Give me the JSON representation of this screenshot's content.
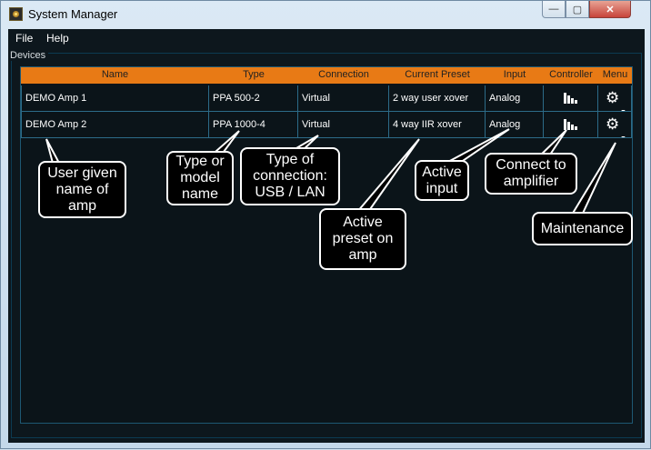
{
  "window": {
    "title": "System Manager",
    "minimize": "—",
    "maximize": "▢",
    "close": "✕"
  },
  "menu": {
    "items": [
      "File",
      "Help"
    ]
  },
  "group": {
    "label": "Devices"
  },
  "table": {
    "columns": [
      "Name",
      "Type",
      "Connection",
      "Current Preset",
      "Input",
      "Controller",
      "Menu"
    ],
    "rows": [
      {
        "name": "DEMO Amp 1",
        "type": "PPA 500-2",
        "connection": "Virtual",
        "preset": "2 way user xover",
        "input": "Analog"
      },
      {
        "name": "DEMO Amp 2",
        "type": "PPA 1000-4",
        "connection": "Virtual",
        "preset": "4 way IIR xover",
        "input": "Analog"
      }
    ],
    "gear_glyph": "⚙",
    "caret_glyph": "▼"
  },
  "callouts": {
    "name": "User given name of amp",
    "type": "Type or model name",
    "connection": "Type of connection: USB / LAN",
    "preset": "Active preset on amp",
    "input": "Active input",
    "controller": "Connect to amplifier",
    "menu": "Maintenance"
  },
  "icons": [
    "app-icon",
    "gear-icon",
    "bar-chart-icon",
    "chevron-down-icon"
  ],
  "colors": {
    "header": "#e87a15",
    "background": "#0d171d",
    "grid": "#2c6b88"
  }
}
